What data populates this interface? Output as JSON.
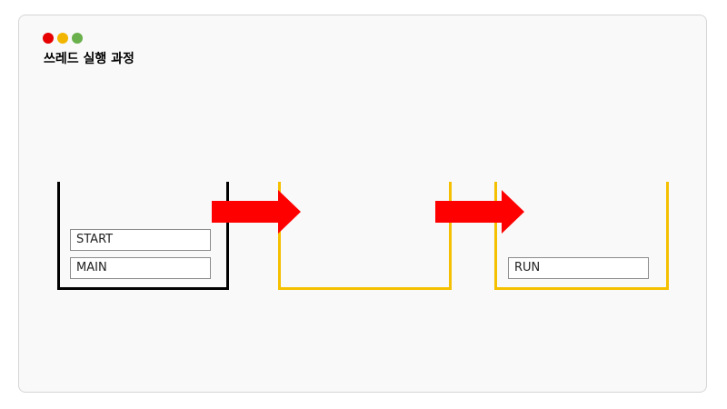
{
  "window": {
    "title": "쓰레드 실행 과정",
    "controls": {
      "close_color": "#e60000",
      "minimize_color": "#f2b600",
      "maximize_color": "#6ab04c"
    }
  },
  "diagram": {
    "stacks": [
      {
        "frames": [
          "START",
          "MAIN"
        ],
        "border_color": "#000000"
      },
      {
        "frames": [],
        "border_color": "#f5c000"
      },
      {
        "frames": [
          "RUN"
        ],
        "border_color": "#f5c000"
      }
    ],
    "arrows": [
      {
        "from": "stack-1",
        "to": "stack-2",
        "color": "#ff0000"
      },
      {
        "from": "stack-2",
        "to": "stack-3",
        "color": "#ff0000"
      }
    ]
  }
}
